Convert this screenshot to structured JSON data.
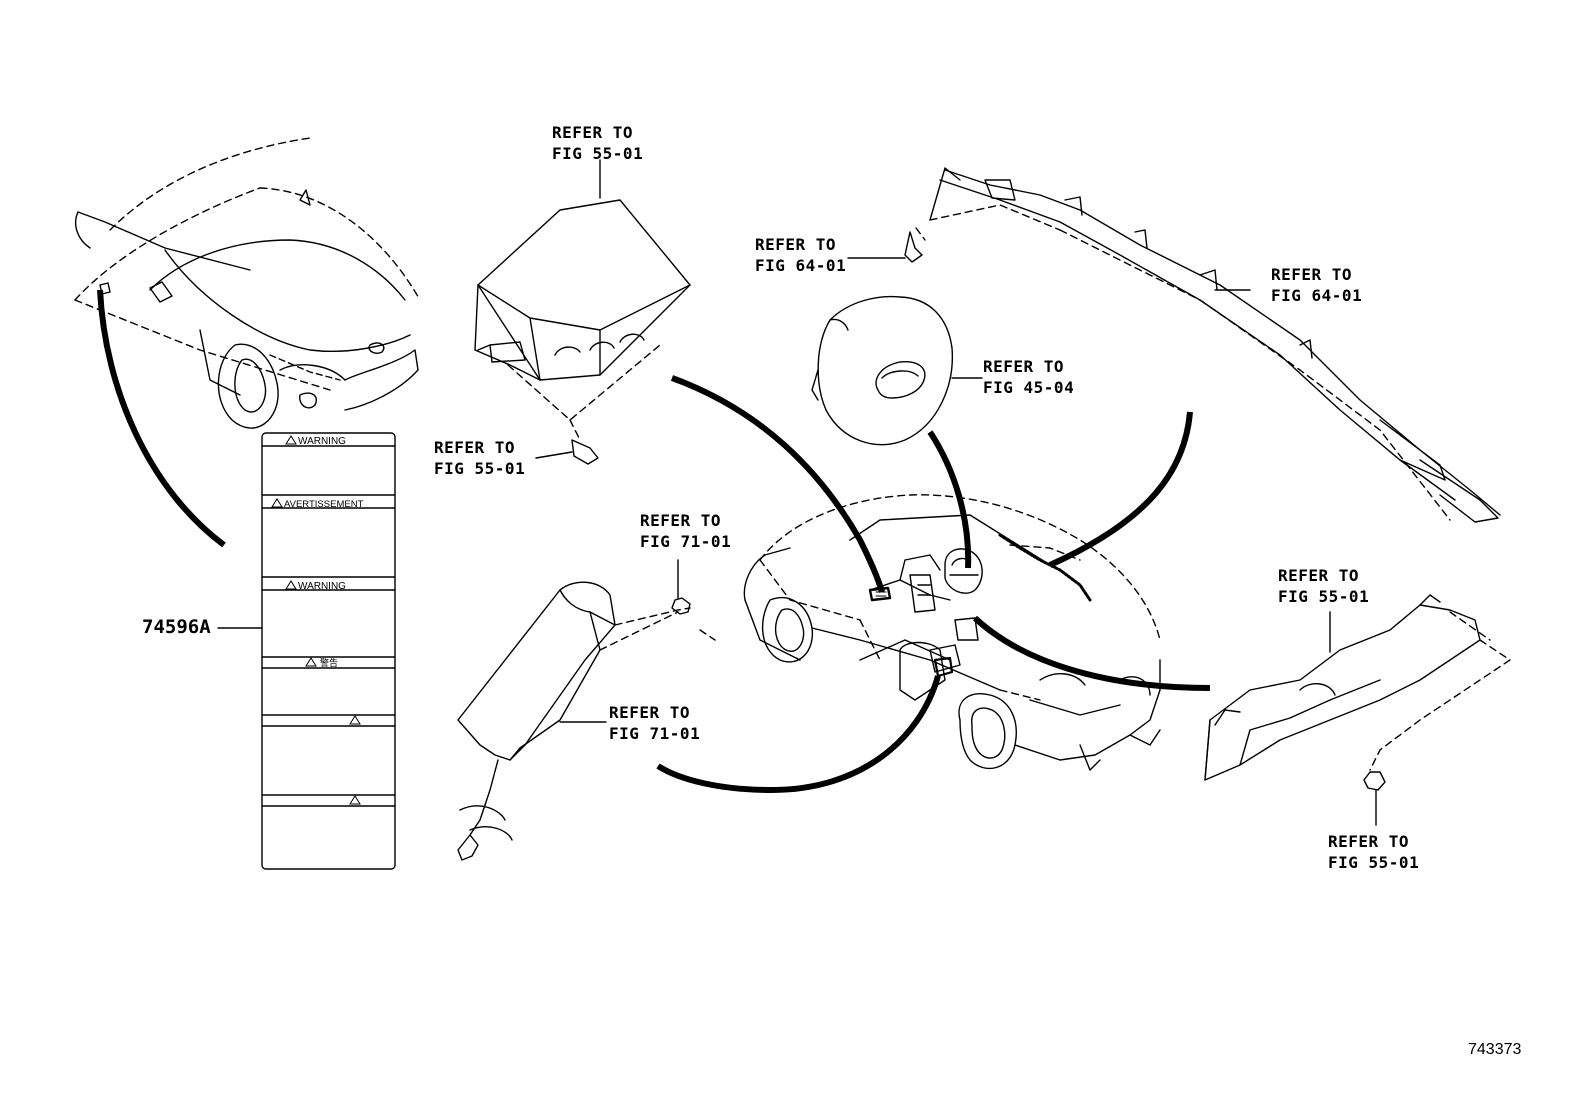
{
  "refs": {
    "ecu_top": {
      "line1": "REFER TO",
      "line2": "FIG 55-01"
    },
    "ecu_bolt": {
      "line1": "REFER TO",
      "line2": "FIG 55-01"
    },
    "curtain_bolt": {
      "line1": "REFER TO",
      "line2": "FIG 64-01"
    },
    "curtain": {
      "line1": "REFER TO",
      "line2": "FIG 64-01"
    },
    "steering": {
      "line1": "REFER TO",
      "line2": "FIG 45-04"
    },
    "side_nut": {
      "line1": "REFER TO",
      "line2": "FIG 71-01"
    },
    "side_airbag": {
      "line1": "REFER TO",
      "line2": "FIG 71-01"
    },
    "knee_top": {
      "line1": "REFER TO",
      "line2": "FIG 55-01"
    },
    "knee_nut": {
      "line1": "REFER TO",
      "line2": "FIG 55-01"
    }
  },
  "label": {
    "part_number": "74596A",
    "sections": [
      "WARNING",
      "AVERTISSEMENT",
      "WARNING",
      "警告",
      "",
      ""
    ]
  },
  "figure_number": "743373"
}
